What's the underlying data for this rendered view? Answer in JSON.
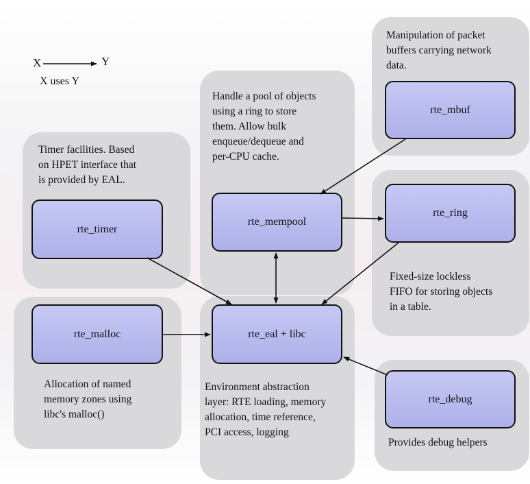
{
  "legend": {
    "from": "X",
    "to": "Y",
    "caption": "X uses Y"
  },
  "nodes": {
    "timer": "rte_timer",
    "malloc": "rte_malloc",
    "mempool": "rte_mempool",
    "eal": "rte_eal + libc",
    "mbuf": "rte_mbuf",
    "ring": "rte_ring",
    "debug": "rte_debug"
  },
  "descriptions": {
    "mbuf": [
      "Manipulation of packet",
      "buffers carrying network",
      "data."
    ],
    "mempool": [
      "Handle a pool of objects",
      "using a ring to store",
      "them. Allow bulk",
      "enqueue/dequeue and",
      "per-CPU cache."
    ],
    "timer": [
      "Timer facilities. Based",
      "on HPET interface that",
      "is provided by EAL."
    ],
    "ring": [
      "Fixed-size lockless",
      "FIFO for storing objects",
      "in a table."
    ],
    "malloc": [
      "Allocation of named",
      "memory zones using",
      "libc's malloc()"
    ],
    "eal": [
      "Environment abstraction",
      "layer: RTE loading, memory",
      "allocation, time reference,",
      "PCI access, logging"
    ],
    "debug": [
      "Provides debug helpers"
    ]
  },
  "colors": {
    "region": "#d9d9db",
    "node_top": "#c6c8f4",
    "node_bottom": "#aeb0ea",
    "stroke": "#111111"
  }
}
